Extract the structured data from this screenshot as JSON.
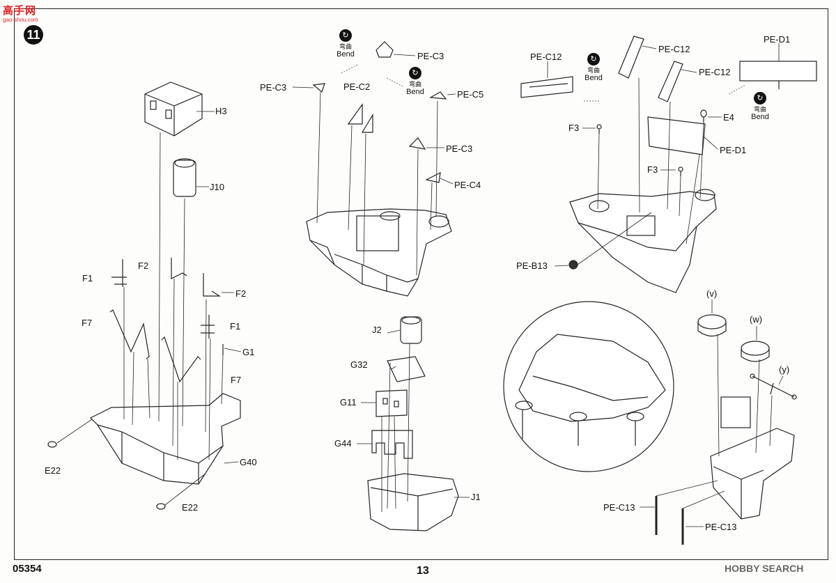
{
  "logo": {
    "text": "高手网",
    "sub": "gao-shou.com"
  },
  "step_number": "11",
  "bend_text": "Bend",
  "bend_zh": "弯曲",
  "bend_icon": "bend-arrow-icon",
  "labels": {
    "H3": "H3",
    "J10": "J10",
    "F2a": "F2",
    "F2b": "F2",
    "F1a": "F1",
    "F1b": "F1",
    "F7a": "F7",
    "F7b": "F7",
    "G1": "G1",
    "G40": "G40",
    "E22a": "E22",
    "E22b": "E22",
    "PEC3a": "PE-C3",
    "PEC3b": "PE-C3",
    "PEC3c": "PE-C3",
    "PEC2": "PE-C2",
    "PEC5": "PE-C5",
    "PEC4": "PE-C4",
    "J2": "J2",
    "G32": "G32",
    "G11": "G11",
    "G44": "G44",
    "J1": "J1",
    "PEC12a": "PE-C12",
    "PEC12b": "PE-C12",
    "PEC12c": "PE-C12",
    "PED1a": "PE-D1",
    "PED1b": "PE-D1",
    "F3a": "F3",
    "F3b": "F3",
    "E4": "E4",
    "PEB13": "PE-B13",
    "v": "(v)",
    "w": "(w)",
    "y": "(y)",
    "PEC13a": "PE-C13",
    "PEC13b": "PE-C13"
  },
  "footer": {
    "kit_number": "05354",
    "page_number": "13",
    "watermark": "HOBBY SEARCH"
  }
}
